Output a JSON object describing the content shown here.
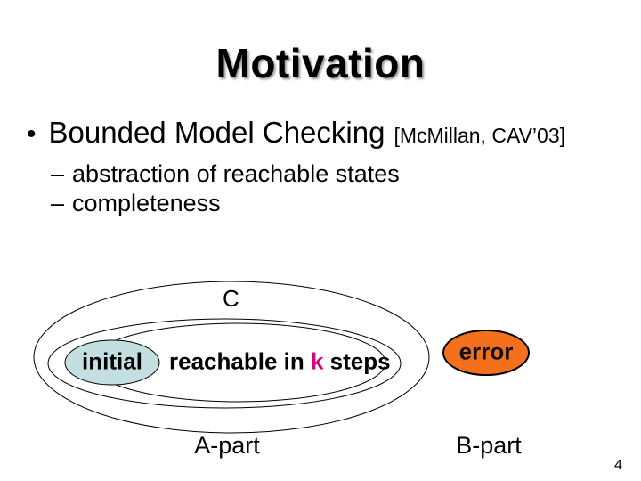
{
  "slide": {
    "title": "Motivation",
    "page_number": "4"
  },
  "bullets": {
    "bullet_char": "•",
    "dash_char": "–",
    "main": "Bounded Model Checking",
    "citation": "[McMillan, CAV’03]",
    "sub1": "abstraction of reachable states",
    "sub2": "completeness"
  },
  "diagram": {
    "outer_label": "C",
    "initial_label": "initial",
    "reachable_pre": "reachable in ",
    "reachable_k": "k",
    "reachable_post": " steps",
    "error_label": "error",
    "a_part_label": "A-part",
    "b_part_label": "B-part",
    "colors": {
      "initial_fill": "#c3dfe2",
      "error_fill": "#f4701d",
      "k_color": "#d4017e",
      "outline": "#000000"
    }
  }
}
